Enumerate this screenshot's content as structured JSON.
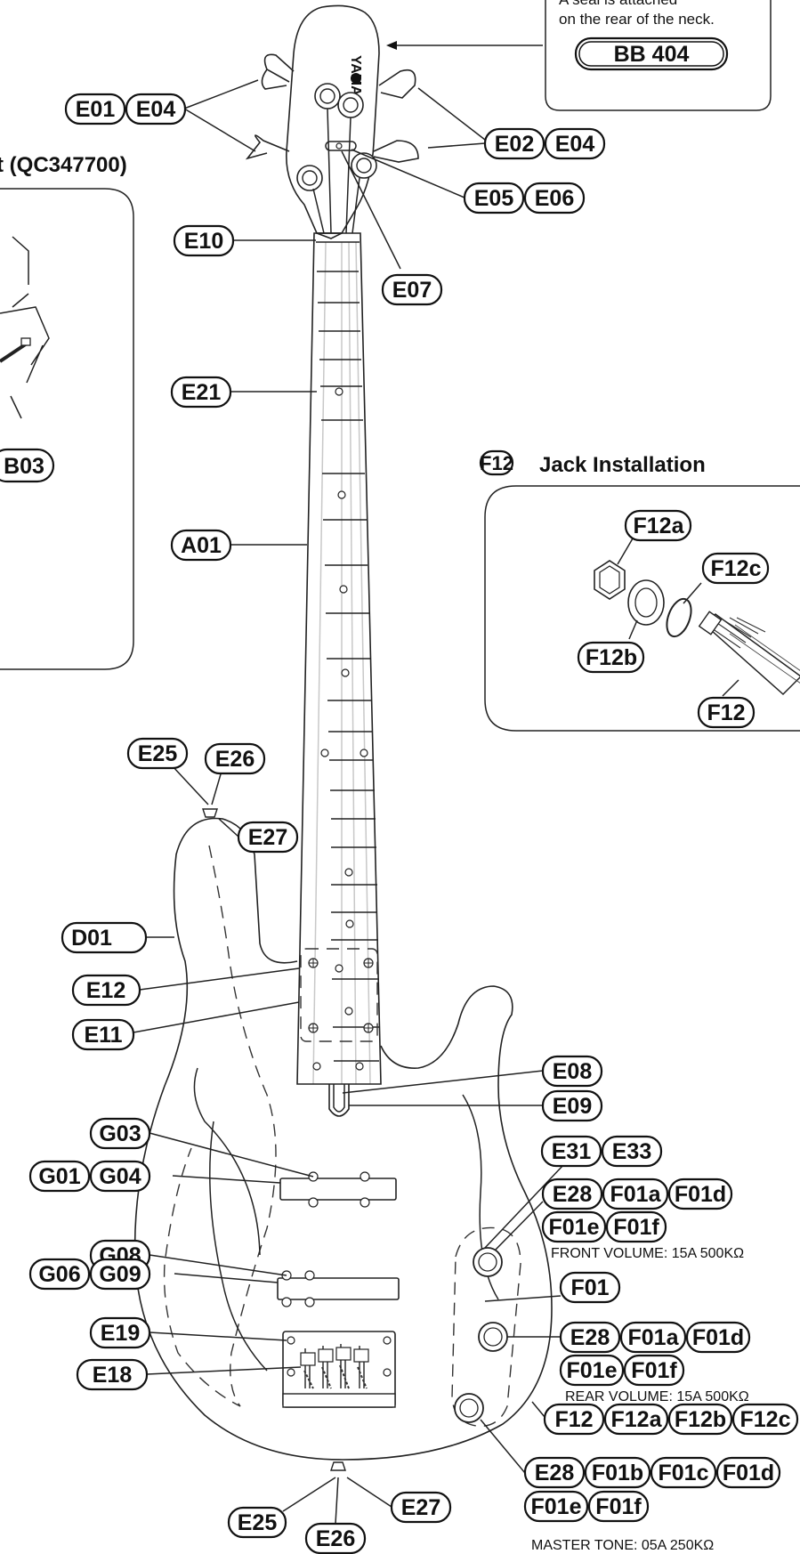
{
  "model_box": {
    "note_line1": "A seal is attached",
    "note_line2": "on the rear of the neck.",
    "model": "BB 404"
  },
  "headstock_brand": "YAMAHA",
  "left_panel": {
    "title_partial": "t (QC347700)",
    "part_label": "B03"
  },
  "jack_panel": {
    "title_badge": "F12",
    "title": "Jack Installation",
    "parts": [
      "F12a",
      "F12b",
      "F12c",
      "F12"
    ]
  },
  "labels": {
    "e01": "E01",
    "e04a": "E04",
    "e02": "E02",
    "e04b": "E04",
    "e05": "E05",
    "e06": "E06",
    "e07": "E07",
    "e10": "E10",
    "e21": "E21",
    "a01": "A01",
    "e25a": "E25",
    "e26a": "E26",
    "e27a": "E27",
    "d01": "D01",
    "e12": "E12",
    "e11": "E11",
    "e08": "E08",
    "e09": "E09",
    "g03": "G03",
    "g01": "G01",
    "g04": "G04",
    "g08": "G08",
    "g06": "G06",
    "g09": "G09",
    "e19": "E19",
    "e18": "E18",
    "e31": "E31",
    "e33": "E33",
    "e28a": "E28",
    "f01a_1": "F01a",
    "f01d_1": "F01d",
    "f01e_1": "F01e",
    "f01f_1": "F01f",
    "f01": "F01",
    "e28b": "E28",
    "f01a_2": "F01a",
    "f01d_2": "F01d",
    "f01e_2": "F01e",
    "f01f_2": "F01f",
    "f12": "F12",
    "f12a": "F12a",
    "f12b": "F12b",
    "f12c": "F12c",
    "e28c": "E28",
    "f01b": "F01b",
    "f01c": "F01c",
    "f01d_3": "F01d",
    "f01e_3": "F01e",
    "f01f_3": "F01f",
    "e25b": "E25",
    "e26b": "E26",
    "e27b": "E27"
  },
  "captions": {
    "front_volume": "FRONT VOLUME: 15A 500KΩ",
    "rear_volume": "REAR VOLUME: 15A 500KΩ",
    "master_tone": "MASTER TONE: 05A 250KΩ"
  }
}
